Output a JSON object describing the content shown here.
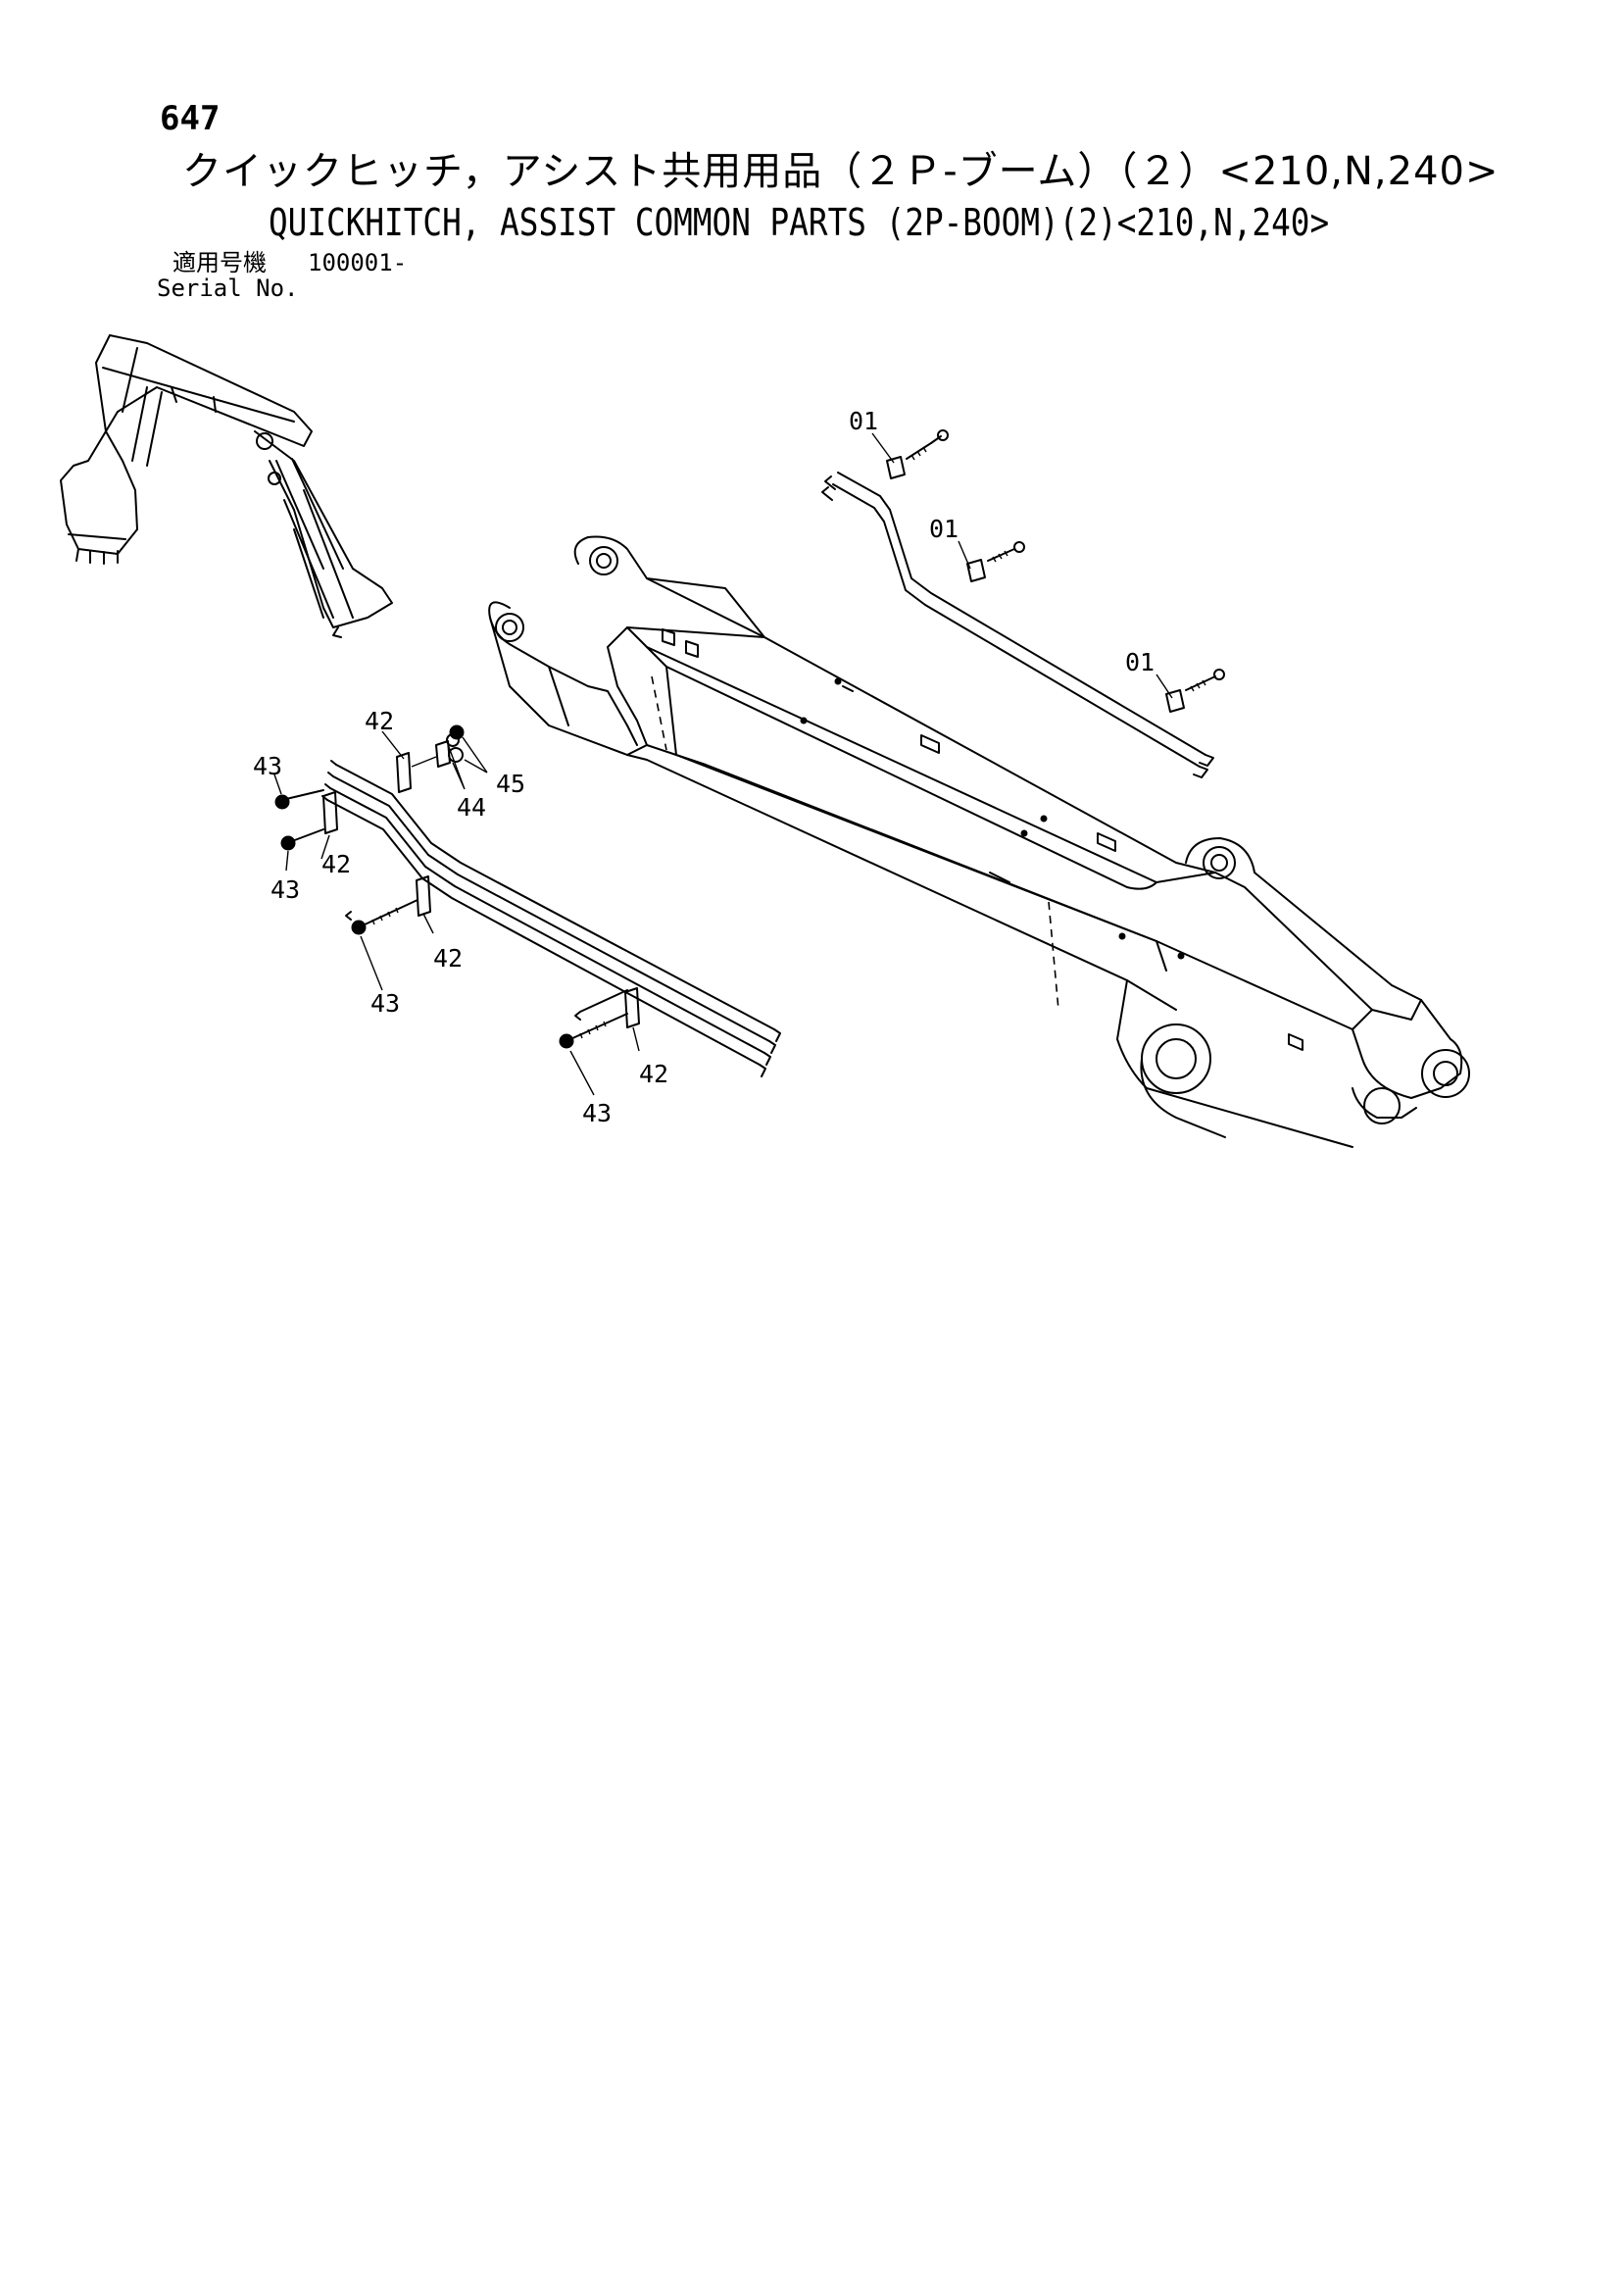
{
  "header": {
    "page_number": "647",
    "title_jp": "クイックヒッチ，アシスト共用用品（２Ｐ-ブーム）（２）<210,N,240>",
    "title_en": "QUICKHITCH, ASSIST COMMON PARTS (2P-BOOM)(2)<210,N,240>",
    "serial_label_jp": "適用号機",
    "serial_value": "100001-",
    "serial_label_en": "Serial No."
  },
  "callouts": {
    "c01a": "01",
    "c01b": "01",
    "c01c": "01",
    "c42a": "42",
    "c42b": "42",
    "c42c": "42",
    "c42d": "42",
    "c43a": "43",
    "c43b": "43",
    "c43c": "43",
    "c43d": "43",
    "c44": "44",
    "c45": "45"
  }
}
